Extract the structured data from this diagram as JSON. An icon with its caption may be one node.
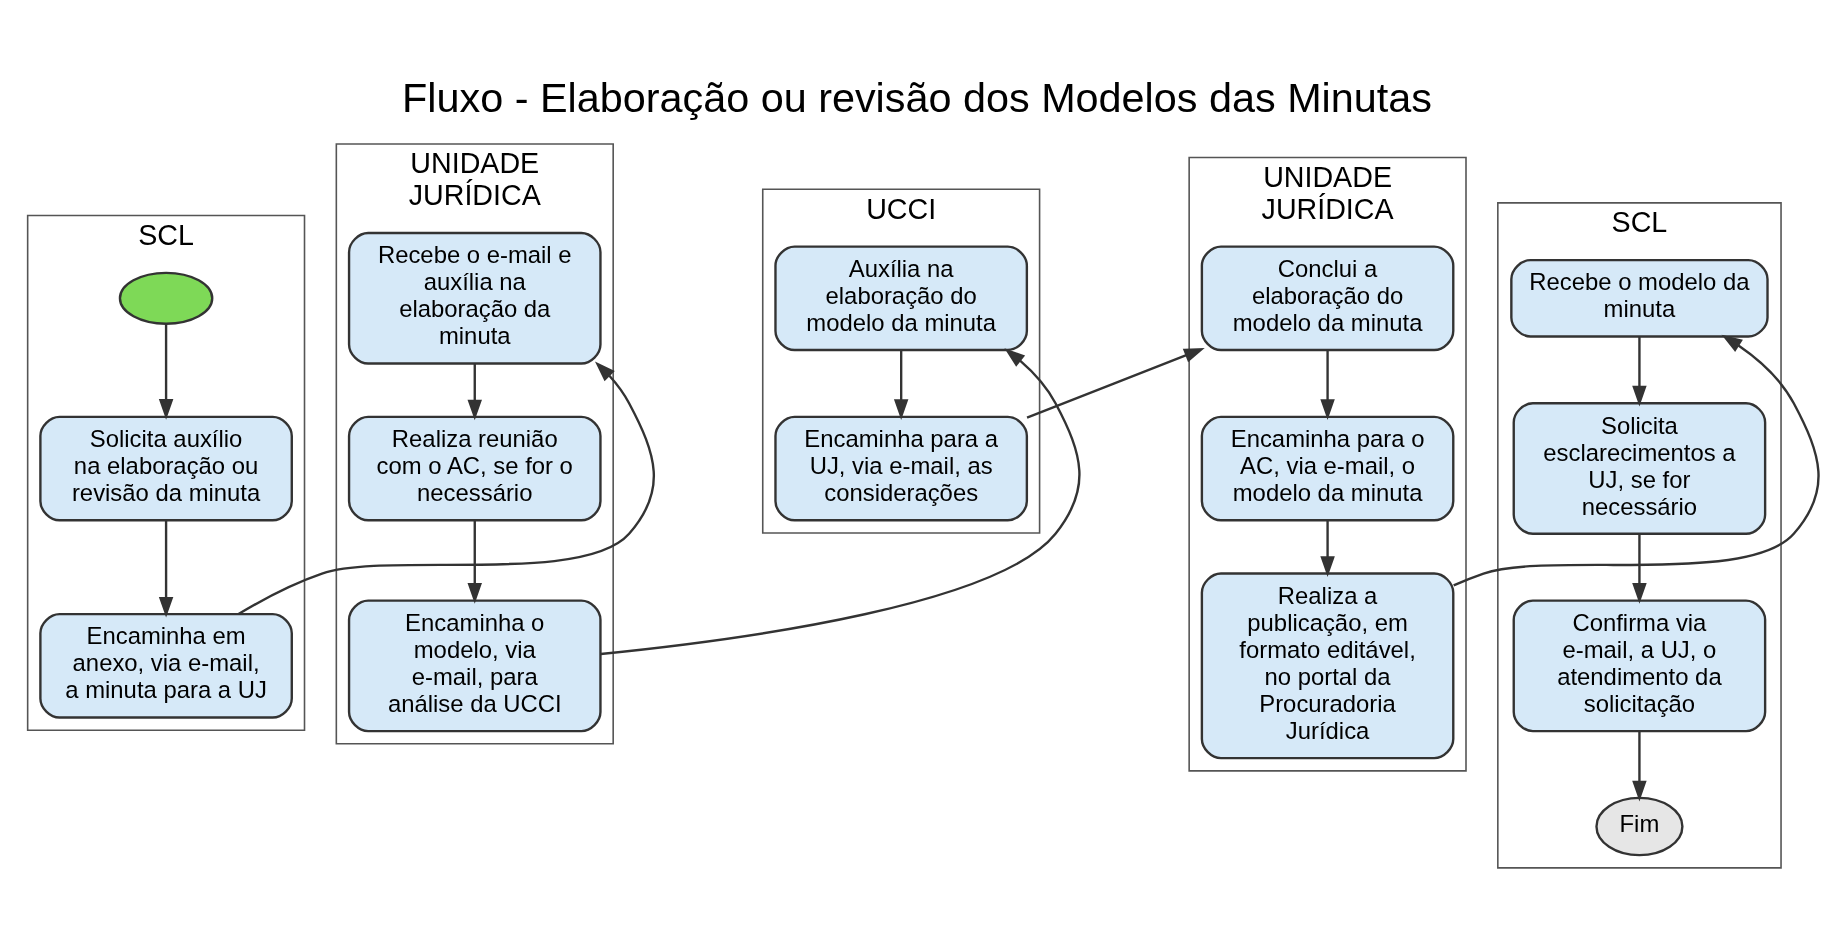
{
  "diagram": {
    "title": "Fluxo - Elaboração ou revisão dos Modelos das Minutas",
    "nodes": [
      {
        "text": [
          "SCL"
        ]
      },
      {
        "text": [],
        "shape": "ellipse",
        "in": 0
      },
      {
        "text": [
          "Solicita auxílio na elaboração ou revisão da minuta"
        ],
        "in": 0
      },
      {
        "text": [
          "Encaminha em anexo, via e-mail, a minuta para a UJ"
        ],
        "in": 0
      },
      {
        "text": [
          "UNIDADE JURÍDICA"
        ]
      },
      {
        "text": [
          "Recebe o e-mail e auxília na elaboração da minuta"
        ],
        "in": 4
      },
      {
        "text": [
          "Realiza reunião com o AC, se for o necessário"
        ],
        "in": 4
      },
      {
        "text": [
          "Encaminha o modelo, via e-mail, para análise da UCCI"
        ],
        "in": 4
      },
      {
        "text": [
          "UCCI"
        ]
      },
      {
        "text": [
          "Auxília na elaboração do modelo da minuta"
        ],
        "in": 8
      },
      {
        "text": [
          "Encaminha para a UJ, via e-mail, as considerações"
        ],
        "in": 8
      },
      {
        "text": [
          "UNIDADE JURÍDICA"
        ]
      },
      {
        "text": [
          "Conclui a elaboração do modelo da minuta"
        ],
        "in": 11
      },
      {
        "text": [
          "Encaminha para o AC, via e-mail, o modelo da minuta"
        ],
        "in": 11
      },
      {
        "text": [
          "Realiza a publicação, em formato editável, no portal da Procuradoria Jurídica"
        ],
        "in": 11
      },
      {
        "text": [
          "SCL"
        ]
      },
      {
        "text": [
          "Recebe o modelo da minuta"
        ],
        "in": 15
      },
      {
        "text": [
          "Solicita esclarecimentos a UJ, se for necessário"
        ],
        "in": 15
      },
      {
        "text": [
          "Confirma via e-mail, a UJ, o atendimento da solicitação"
        ],
        "in": 15
      },
      {
        "text": [
          "Fim"
        ],
        "in": 15
      }
    ],
    "edges": [
      {
        "from": 1,
        "to": 2,
        "arrow": "to"
      },
      {
        "from": 2,
        "to": 3,
        "arrow": "to"
      },
      {
        "from": 3,
        "to": 5,
        "arrow": "to"
      },
      {
        "from": 5,
        "to": 6,
        "arrow": "to"
      },
      {
        "from": 6,
        "to": 7,
        "arrow": "to"
      },
      {
        "from": 7,
        "to": 9,
        "arrow": "to"
      },
      {
        "from": 9,
        "to": 10,
        "arrow": "to"
      },
      {
        "from": 10,
        "to": 12,
        "arrow": "to"
      },
      {
        "from": 12,
        "to": 13,
        "arrow": "to"
      },
      {
        "from": 13,
        "to": 14,
        "arrow": "to"
      },
      {
        "from": 14,
        "to": 16,
        "arrow": "to"
      },
      {
        "from": 16,
        "to": 17,
        "arrow": "to"
      },
      {
        "from": 17,
        "to": 18,
        "arrow": "to"
      },
      {
        "from": 18,
        "to": 19,
        "arrow": "to"
      }
    ]
  }
}
